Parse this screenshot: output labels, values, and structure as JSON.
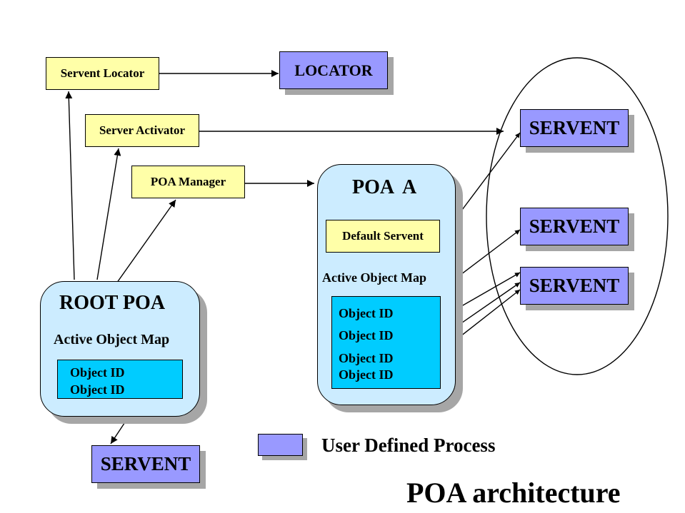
{
  "boxes": {
    "servent_locator": "Servent Locator",
    "locator": "LOCATOR",
    "server_activator": "Server Activator",
    "poa_manager": "POA Manager",
    "default_servent": "Default Servent"
  },
  "root_poa": {
    "title": "ROOT POA",
    "map_label": "Active Object Map",
    "object_ids": [
      "Object ID",
      "Object ID"
    ]
  },
  "poa_a": {
    "title": "POA  A",
    "map_label": "Active Object Map",
    "object_ids": [
      "Object ID",
      "Object ID",
      "Object ID",
      "Object ID"
    ]
  },
  "servents": [
    "SERVENT",
    "SERVENT",
    "SERVENT",
    "SERVENT"
  ],
  "legend": {
    "label": "User Defined Process"
  },
  "caption": "POA architecture",
  "colors": {
    "user_defined_process": "#9999ff",
    "policy_box": "#ffffa8",
    "poa_container": "#ccecff",
    "object_map": "#00ccff",
    "shadow": "#a6a6a6"
  }
}
